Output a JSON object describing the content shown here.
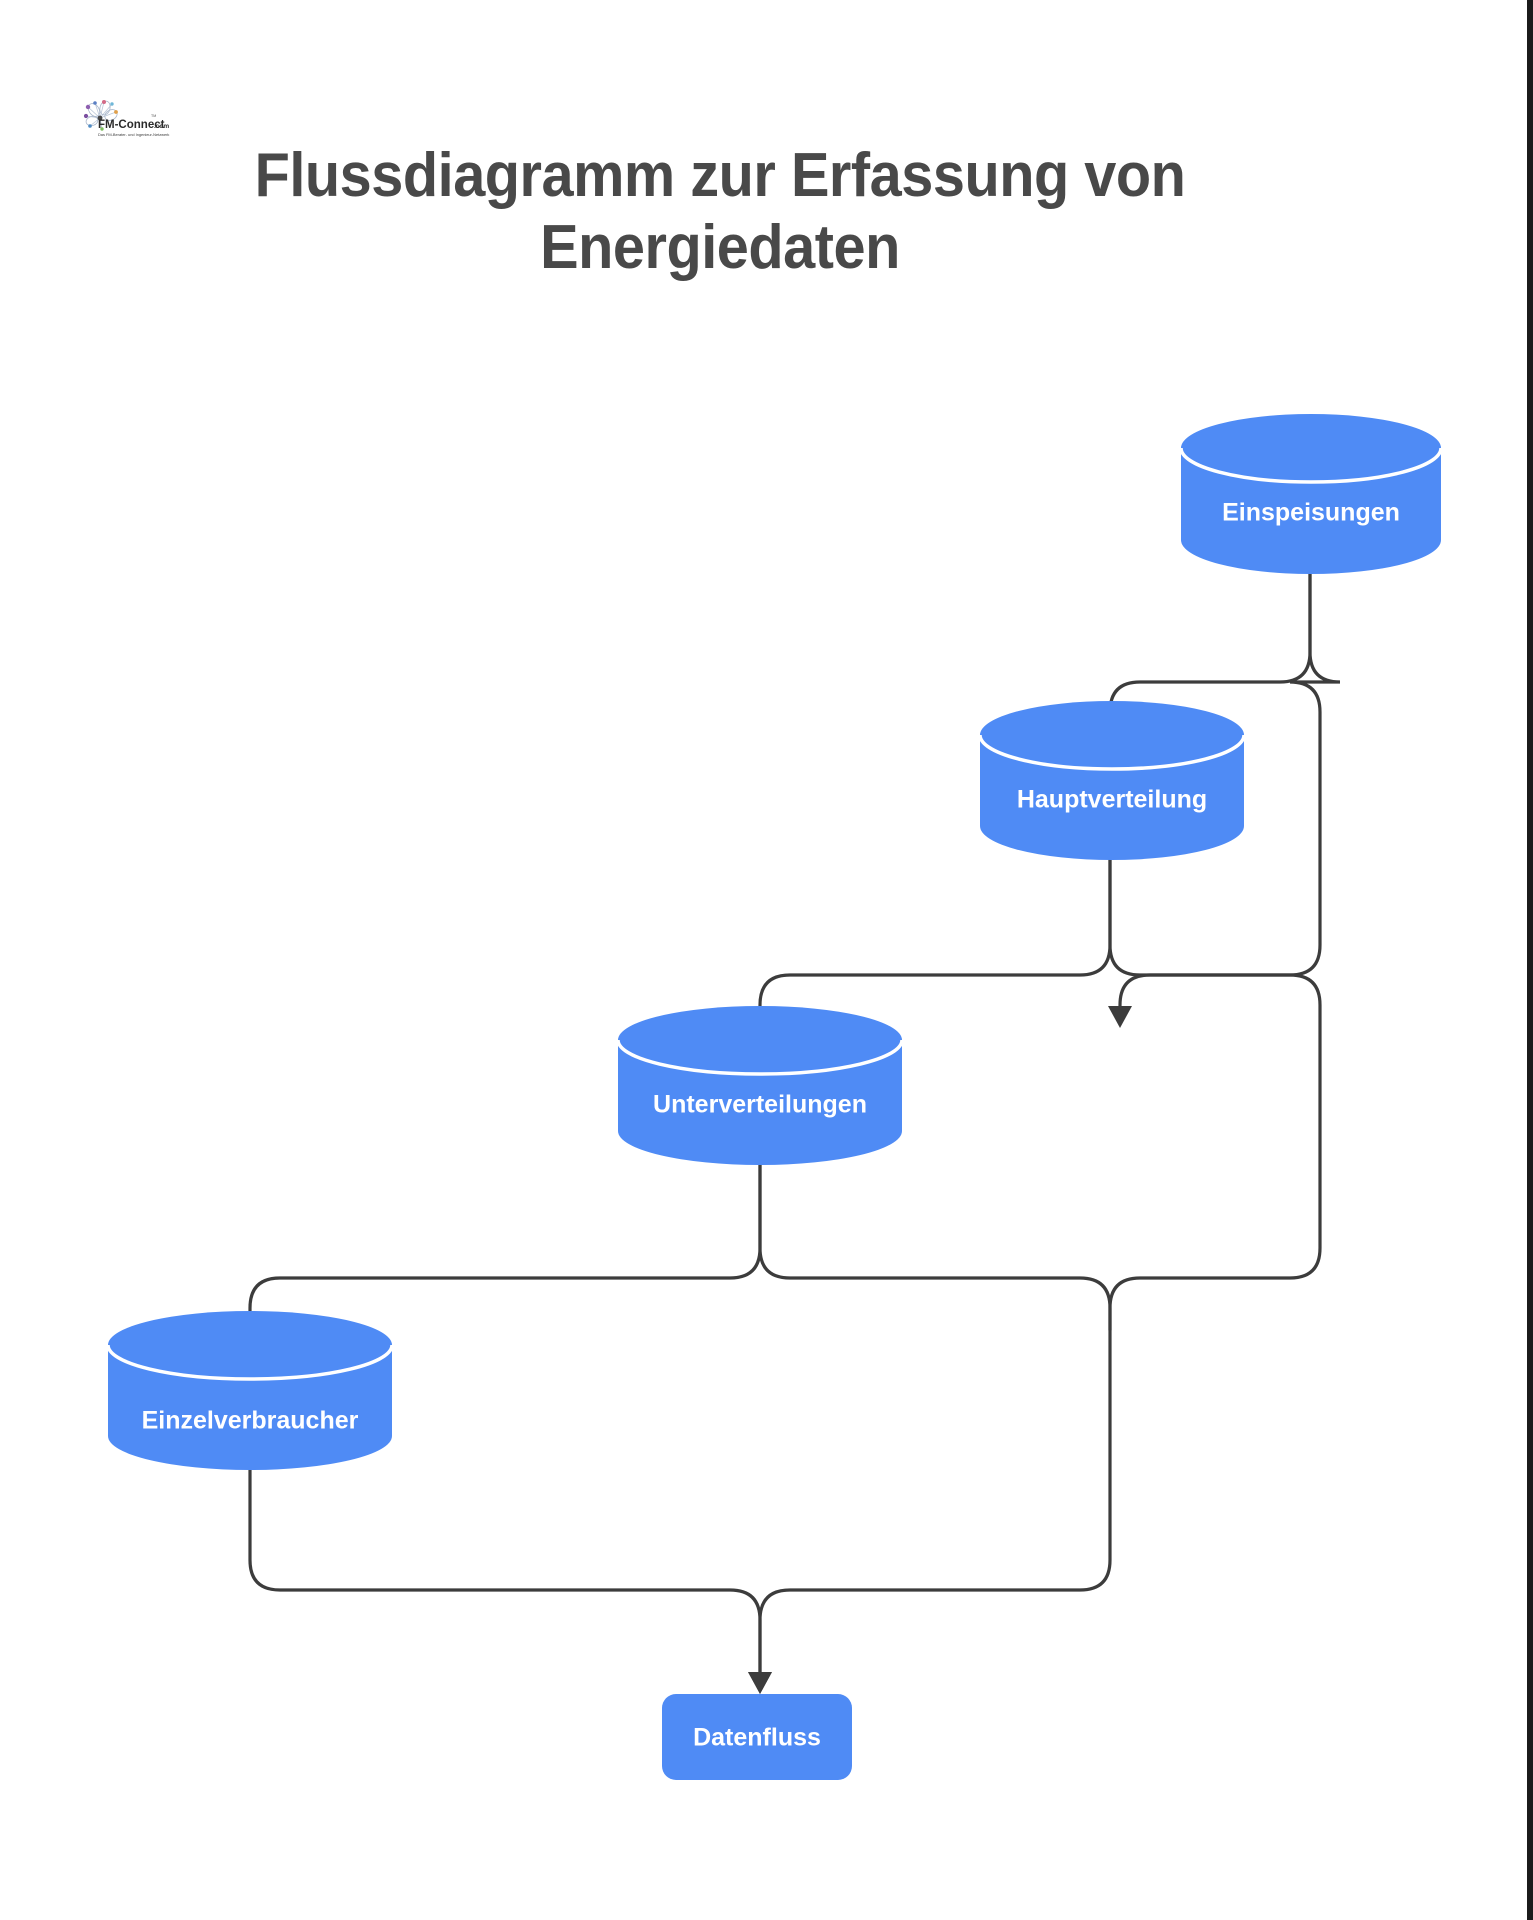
{
  "page": {
    "title_line1": "Flussdiagramm zur Erfassung von",
    "title_line2": "Energiedaten",
    "background_color": "#ffffff",
    "title_color": "#494949",
    "border_color": "#1b1b1b"
  },
  "logo": {
    "name": "fm-connect-logo",
    "wordmark": "FM-Connect",
    "domain_suffix": ".com",
    "trademark": "TM",
    "tagline": "Das FM-Berater- und Ingenieur-Netzwerk"
  },
  "chart_data": {
    "type": "diagram",
    "diagram_kind": "flowchart",
    "title": "Flussdiagramm zur Erfassung von Energiedaten",
    "orientation": "top-right to bottom-left cascade",
    "node_fill": "#4f8bf5",
    "edge_color": "#3c3c3c",
    "arrow_color": "#3c3c3c",
    "nodes": [
      {
        "id": "einspeisungen",
        "label": "Einspeisungen",
        "shape": "cylinder",
        "level": 1
      },
      {
        "id": "hauptverteilung",
        "label": "Hauptverteilung",
        "shape": "cylinder",
        "level": 2
      },
      {
        "id": "unterverteilungen",
        "label": "Unterverteilungen",
        "shape": "cylinder",
        "level": 3
      },
      {
        "id": "einzelverbraucher",
        "label": "Einzelverbraucher",
        "shape": "cylinder",
        "level": 4
      },
      {
        "id": "datenfluss",
        "label": "Datenfluss",
        "shape": "rounded-rectangle",
        "level": 5
      }
    ],
    "edges": [
      {
        "from": "einspeisungen",
        "to": "hauptverteilung",
        "arrow": true
      },
      {
        "from": "einspeisungen",
        "to": "unterverteilungen",
        "arrow": false,
        "routing": "right-bypass"
      },
      {
        "from": "hauptverteilung",
        "to": "unterverteilungen",
        "arrow": true
      },
      {
        "from": "hauptverteilung",
        "to": "einzelverbraucher",
        "arrow": false,
        "routing": "right-bypass"
      },
      {
        "from": "unterverteilungen",
        "to": "einzelverbraucher",
        "arrow": true
      },
      {
        "from": "unterverteilungen",
        "to": "datenfluss",
        "arrow": false,
        "routing": "right-bypass"
      },
      {
        "from": "einzelverbraucher",
        "to": "datenfluss",
        "arrow": true
      }
    ]
  }
}
